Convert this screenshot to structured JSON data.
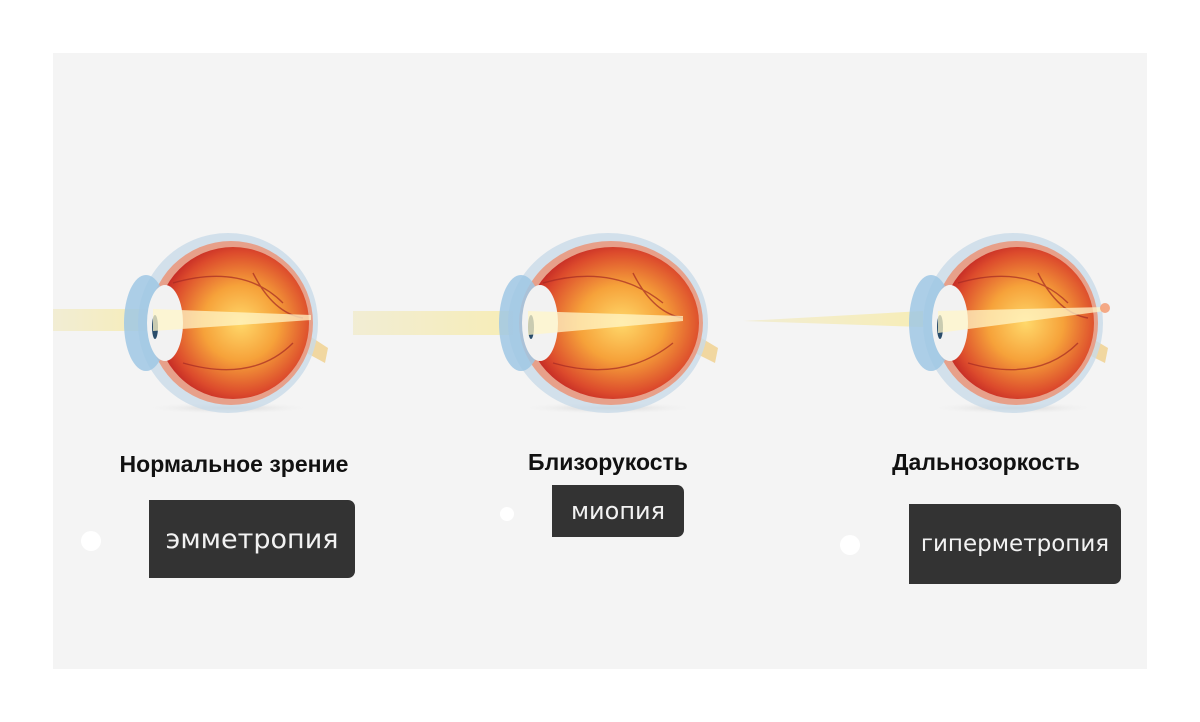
{
  "conditions": [
    {
      "title": "Нормальное зрение",
      "term": "эмметропия",
      "focus": "on-retina"
    },
    {
      "title": "Близорукость",
      "term": "миопия",
      "focus": "in-front-of-retina"
    },
    {
      "title": "Дальнозоркость",
      "term": "гиперметропия",
      "focus": "behind-retina"
    }
  ],
  "colors": {
    "panel_bg": "#f4f4f4",
    "tag_bg": "#333333",
    "tag_text": "#f2f2f2",
    "title_text": "#111111",
    "light_beam": "#f3edc8",
    "eye_red": "#d8332a",
    "eye_orange": "#f6a23a"
  }
}
